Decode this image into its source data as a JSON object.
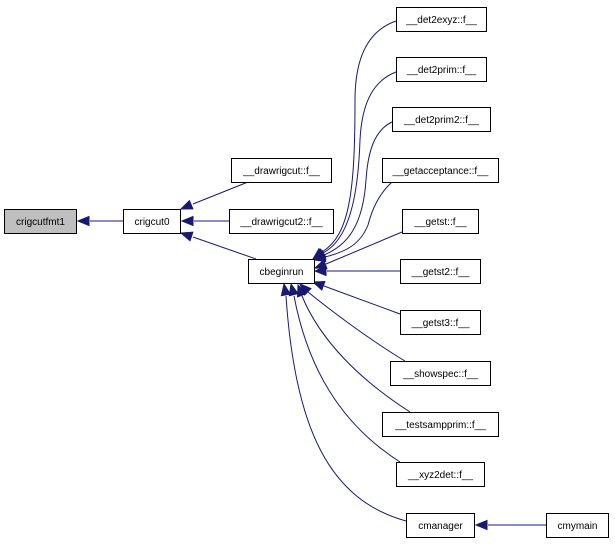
{
  "diagram": {
    "colors": {
      "edge": "#191970",
      "root_fill": "#bfbfbf",
      "node_fill": "#ffffff",
      "border": "#000000"
    },
    "nodes": [
      {
        "id": "crigcutfmt1",
        "label": "crigcutfmt1"
      },
      {
        "id": "crigcut0",
        "label": "crigcut0"
      },
      {
        "id": "drawrigcut",
        "label": "__drawrigcut::f__"
      },
      {
        "id": "drawrigcut2",
        "label": "__drawrigcut2::f__"
      },
      {
        "id": "cbeginrun",
        "label": "cbeginrun"
      },
      {
        "id": "det2exyz",
        "label": "__det2exyz::f__"
      },
      {
        "id": "det2prim",
        "label": "__det2prim::f__"
      },
      {
        "id": "det2prim2",
        "label": "__det2prim2::f__"
      },
      {
        "id": "getacceptance",
        "label": "__getacceptance::f__"
      },
      {
        "id": "getst",
        "label": "__getst::f__"
      },
      {
        "id": "getst2",
        "label": "__getst2::f__"
      },
      {
        "id": "getst3",
        "label": "__getst3::f__"
      },
      {
        "id": "showspec",
        "label": "__showspec::f__"
      },
      {
        "id": "testsampprim",
        "label": "__testsampprim::f__"
      },
      {
        "id": "xyz2det",
        "label": "__xyz2det::f__"
      },
      {
        "id": "cmanager",
        "label": "cmanager"
      },
      {
        "id": "cmymain",
        "label": "cmymain"
      }
    ],
    "edges": [
      {
        "from": "crigcut0",
        "to": "crigcutfmt1"
      },
      {
        "from": "drawrigcut",
        "to": "crigcut0"
      },
      {
        "from": "drawrigcut2",
        "to": "crigcut0"
      },
      {
        "from": "cbeginrun",
        "to": "crigcut0"
      },
      {
        "from": "det2exyz",
        "to": "cbeginrun"
      },
      {
        "from": "det2prim",
        "to": "cbeginrun"
      },
      {
        "from": "det2prim2",
        "to": "cbeginrun"
      },
      {
        "from": "getacceptance",
        "to": "cbeginrun"
      },
      {
        "from": "getst",
        "to": "cbeginrun"
      },
      {
        "from": "getst2",
        "to": "cbeginrun"
      },
      {
        "from": "getst3",
        "to": "cbeginrun"
      },
      {
        "from": "showspec",
        "to": "cbeginrun"
      },
      {
        "from": "testsampprim",
        "to": "cbeginrun"
      },
      {
        "from": "xyz2det",
        "to": "cbeginrun"
      },
      {
        "from": "cmanager",
        "to": "cbeginrun"
      },
      {
        "from": "cmymain",
        "to": "cmanager"
      }
    ]
  }
}
